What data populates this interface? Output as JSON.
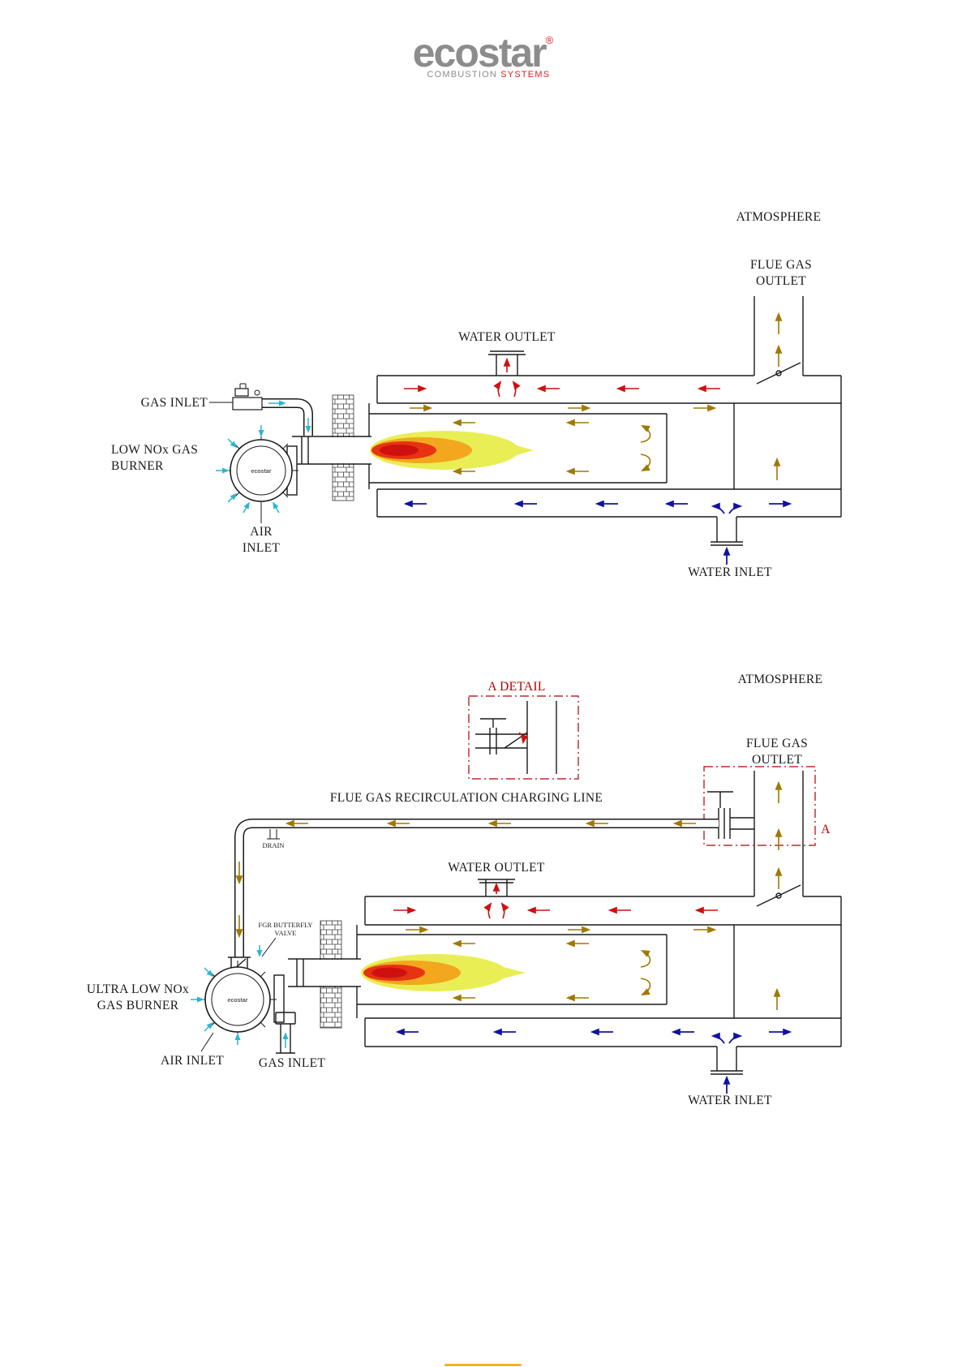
{
  "logo": {
    "brand": "ecostar",
    "registered": "®",
    "tagline_combustion": "COMBUSTION",
    "tagline_systems": "SYSTEMS"
  },
  "diagram_top": {
    "atmosphere": "ATMOSPHERE",
    "flue_gas_outlet": [
      "FLUE GAS",
      "OUTLET"
    ],
    "water_outlet": "WATER OUTLET",
    "gas_inlet": "GAS INLET",
    "burner_label": [
      "LOW NOx GAS",
      "BURNER"
    ],
    "air_inlet": [
      "AIR",
      "INLET"
    ],
    "water_inlet": "WATER INLET",
    "burner_brand": "ecostar"
  },
  "diagram_bottom": {
    "detail_title": "A DETAIL",
    "atmosphere": "ATMOSPHERE",
    "flue_gas_outlet": [
      "FLUE GAS",
      "OUTLET"
    ],
    "fgr_line_label": "FLUE GAS RECIRCULATION  CHARGING LINE",
    "drain": "DRAIN",
    "water_outlet": "WATER OUTLET",
    "fgr_valve_label": [
      "FGR BUTTERFLY",
      "VALVE"
    ],
    "burner_label": [
      "ULTRA LOW NOx",
      "GAS BURNER"
    ],
    "air_inlet": "AIR INLET",
    "gas_inlet": "GAS INLET",
    "water_inlet": "WATER INLET",
    "section_marker": "A",
    "burner_brand": "ecostar"
  },
  "colors": {
    "hot_water_arrow": "#cc1111",
    "flue_gas_arrow": "#a07800",
    "cold_water_arrow": "#1212a0",
    "air_gas_arrow": "#29b6d0",
    "detail_annotation": "#b00000",
    "logo_gray": "#8c8c8c",
    "logo_red": "#e02020",
    "flame_outer": "#e9ee55",
    "flame_mid": "#f2a71f",
    "flame_core": "#d61616"
  }
}
